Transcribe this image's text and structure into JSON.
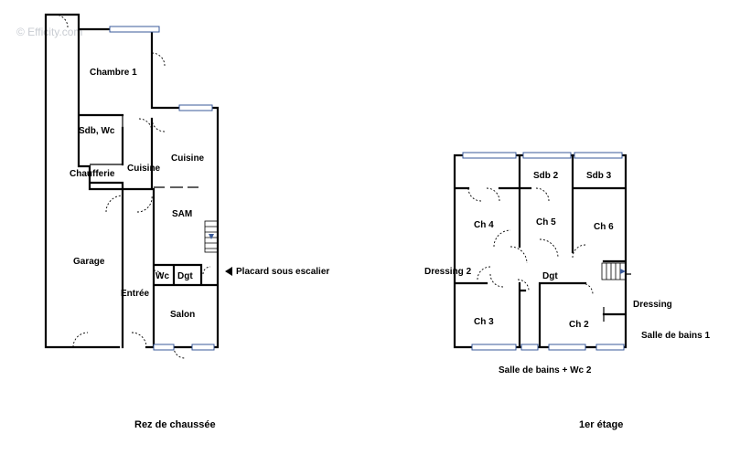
{
  "watermark": "© Efficity.com",
  "ground_floor": {
    "caption": "Rez de chaussée",
    "rooms": {
      "chambre1": "Chambre 1",
      "sdb_wc": "Sdb, Wc",
      "chaufferie": "Chaufferie",
      "cuisine_small": "Cuisine",
      "cuisine": "Cuisine",
      "sam": "SAM",
      "garage": "Garage",
      "wc": "Wc",
      "dgt": "Dgt",
      "entree": "Entrée",
      "salon": "Salon"
    },
    "callout": "Placard sous escalier"
  },
  "first_floor": {
    "caption": "1er étage",
    "rooms": {
      "sdb2": "Sdb 2",
      "sdb3": "Sdb 3",
      "ch4": "Ch 4",
      "ch5": "Ch 5",
      "ch6": "Ch 6",
      "dressing2": "Dressing 2",
      "dgt": "Dgt",
      "dressing": "Dressing",
      "ch3": "Ch 3",
      "ch2": "Ch 2",
      "salle_de_bains1": "Salle de bains 1",
      "salle_de_bains_wc2": "Salle de bains + Wc 2"
    }
  }
}
